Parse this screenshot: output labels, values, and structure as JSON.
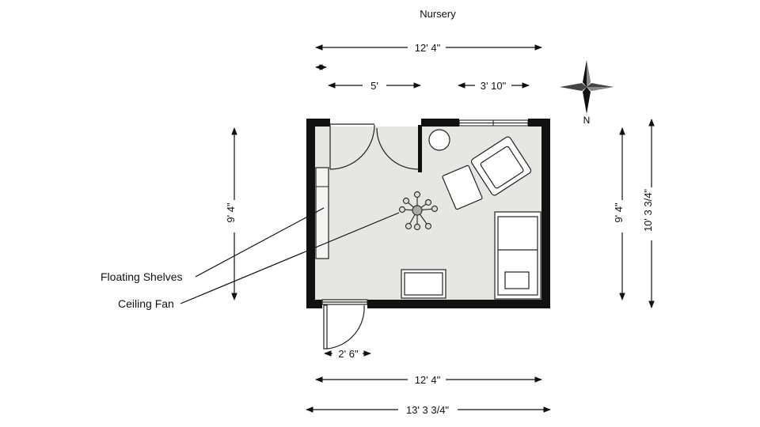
{
  "title": "Nursery",
  "dimensions": {
    "top_overall": "12' 4\"",
    "top_left_segment": "5'",
    "top_right_segment": "3' 10\"",
    "left_height": "9' 4\"",
    "right_inner_height": "9' 4\"",
    "right_outer_height": "10' 3 3/4\"",
    "door_width": "2' 6\"",
    "bottom_inner": "12' 4\"",
    "bottom_outer": "13' 3 3/4\""
  },
  "compass": {
    "label": "N"
  },
  "callouts": {
    "shelves": "Floating Shelves",
    "fan": "Ceiling Fan"
  },
  "colors": {
    "floor": "#e6e6e2",
    "wall": "#111111",
    "line": "#222222"
  }
}
